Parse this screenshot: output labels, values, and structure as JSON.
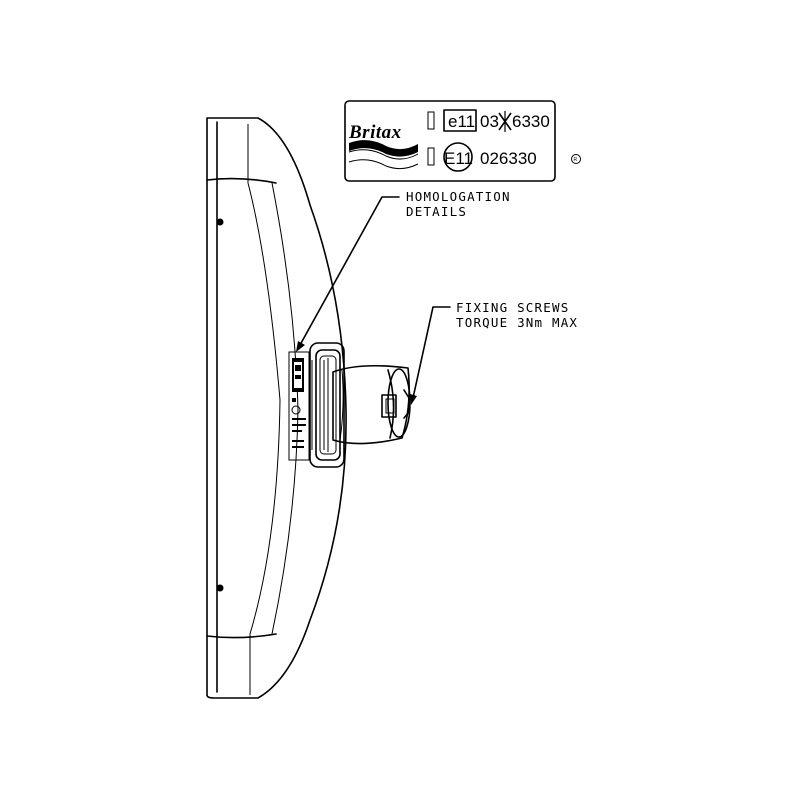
{
  "plate": {
    "brand": "Britax",
    "approval_line_1_mark": "e11",
    "approval_line_1_number": "03",
    "approval_line_1_suffix": "6330",
    "approval_line_2_mark": "E11",
    "approval_line_2_number": "026330",
    "trademark": "R"
  },
  "callouts": {
    "homologation_line_1": "HOMOLOGATION",
    "homologation_line_2": "DETAILS",
    "fixing_line_1": "FIXING SCREWS",
    "fixing_line_2": "TORQUE 3Nm MAX"
  },
  "colors": {
    "line": "#000000",
    "background": "#ffffff"
  }
}
